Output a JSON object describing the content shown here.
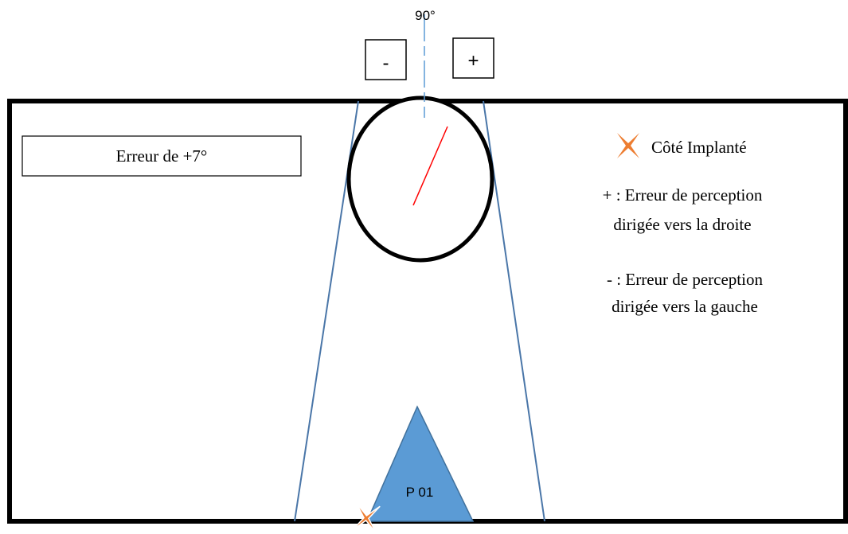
{
  "labels": {
    "angle": "90°",
    "minus_button": "-",
    "plus_button": "+",
    "error_box": "Erreur de +7°",
    "legend_implanted": "Côté Implanté",
    "legend_plus_line1": "+ : Erreur de perception",
    "legend_plus_line2": "dirigée vers la droite",
    "legend_minus_line1": "- : Erreur de perception",
    "legend_minus_line2": "dirigée vers la gauche",
    "participant": "P 01"
  },
  "colors": {
    "frame": "#000000",
    "cone_lines": "#4a76a8",
    "dashed_axis": "#5b9bd5",
    "perceived_line": "#ff0000",
    "triangle_fill": "#5b9bd5",
    "triangle_stroke": "#41719c",
    "implant_marker": "#ed7d31"
  },
  "icons": {
    "implant_marker": "orange-x-cross-icon"
  }
}
